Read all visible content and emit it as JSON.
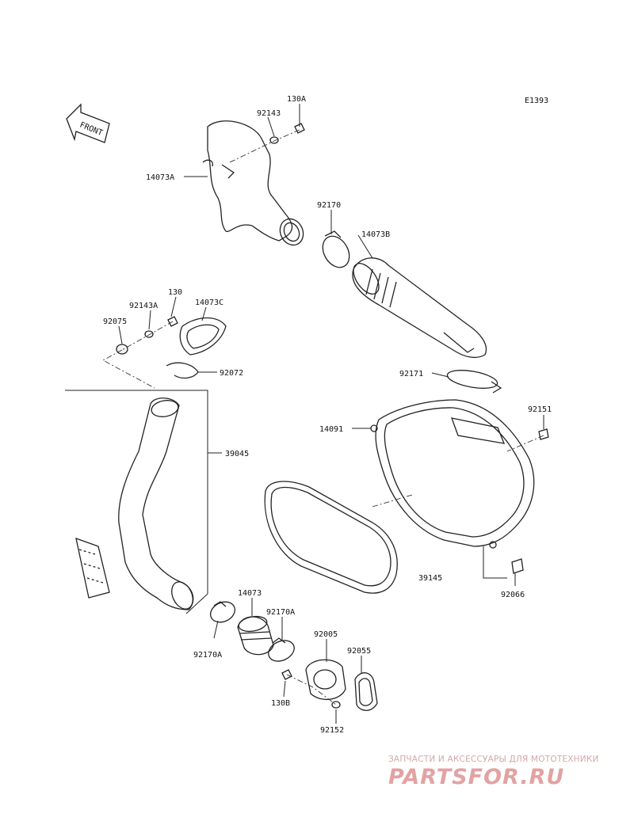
{
  "diagram": {
    "code": "E1393",
    "front_label": "FRONT",
    "labels": {
      "p130A": "130A",
      "p92143": "92143",
      "p14073A": "14073A",
      "p92170": "92170",
      "p14073B": "14073B",
      "p130": "130",
      "p92143A": "92143A",
      "p14073C": "14073C",
      "p92075": "92075",
      "p92072": "92072",
      "p92171": "92171",
      "p92151": "92151",
      "p14091": "14091",
      "p39045": "39045",
      "p39145": "39145",
      "p92066": "92066",
      "p14073": "14073",
      "p92170A_a": "92170A",
      "p92005": "92005",
      "p92055": "92055",
      "p92170A_b": "92170A",
      "p130B": "130B",
      "p92152": "92152"
    }
  },
  "watermark": {
    "tagline": "ЗАПЧАСТИ И АКСЕССУАРЫ ДЛЯ МОТОТЕХНИКИ",
    "logo": "PARTSFOR.RU"
  }
}
